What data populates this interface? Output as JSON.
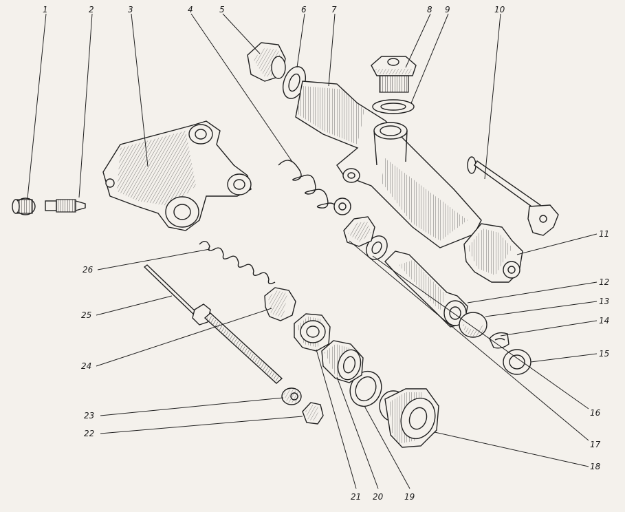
{
  "callouts": [
    {
      "id": "1",
      "label": "1"
    },
    {
      "id": "2",
      "label": "2"
    },
    {
      "id": "3",
      "label": "3"
    },
    {
      "id": "4",
      "label": "4"
    },
    {
      "id": "5",
      "label": "5"
    },
    {
      "id": "6",
      "label": "6"
    },
    {
      "id": "7",
      "label": "7"
    },
    {
      "id": "8",
      "label": "8"
    },
    {
      "id": "9",
      "label": "9"
    },
    {
      "id": "10",
      "label": "10"
    },
    {
      "id": "11",
      "label": "11"
    },
    {
      "id": "12",
      "label": "12"
    },
    {
      "id": "13",
      "label": "13"
    },
    {
      "id": "14",
      "label": "14"
    },
    {
      "id": "15",
      "label": "15"
    },
    {
      "id": "16",
      "label": "16"
    },
    {
      "id": "17",
      "label": "17"
    },
    {
      "id": "18",
      "label": "18"
    },
    {
      "id": "19",
      "label": "19"
    },
    {
      "id": "20",
      "label": "20"
    },
    {
      "id": "21",
      "label": "21"
    },
    {
      "id": "22",
      "label": "22"
    },
    {
      "id": "23",
      "label": "23"
    },
    {
      "id": "24",
      "label": "24"
    },
    {
      "id": "25",
      "label": "25"
    },
    {
      "id": "26",
      "label": "26"
    }
  ]
}
